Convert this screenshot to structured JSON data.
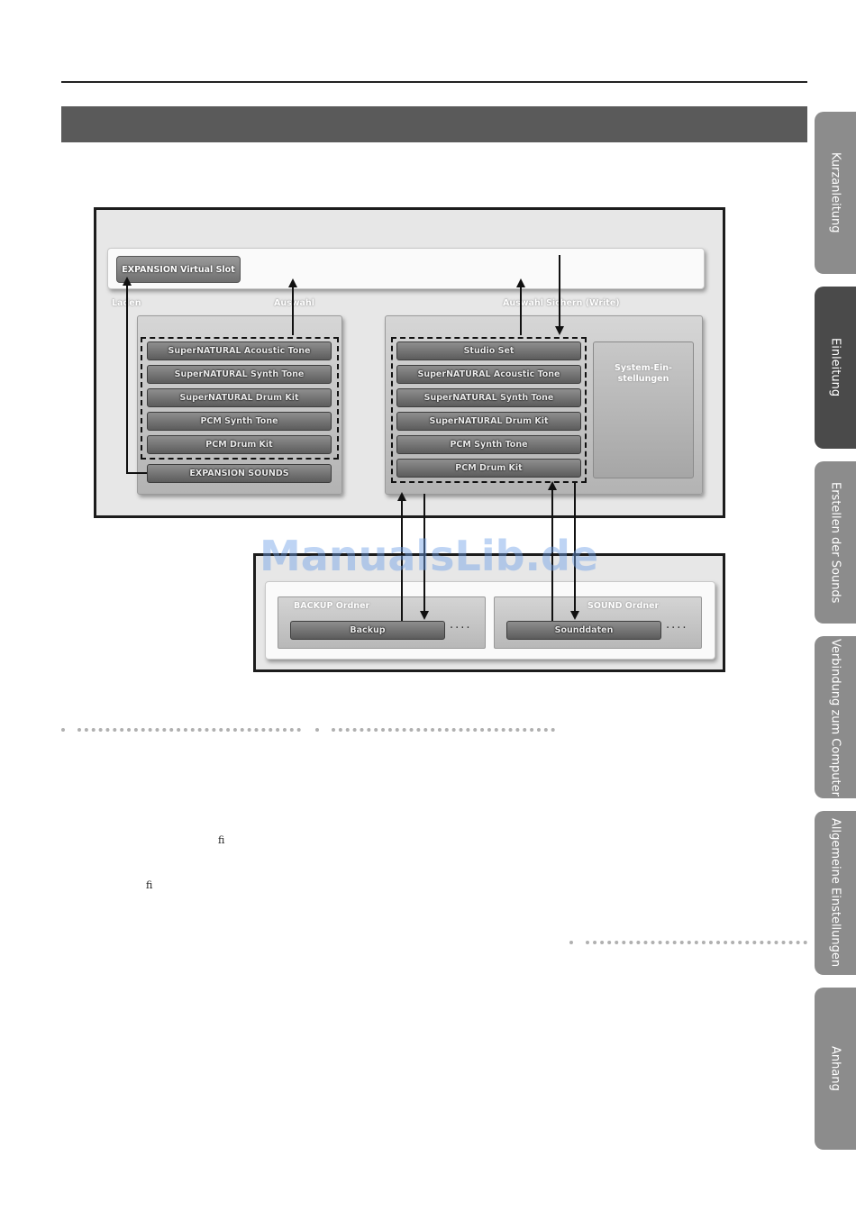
{
  "side_tabs": [
    {
      "label": "Kurzanleitung",
      "active": false
    },
    {
      "label": "Einleitung",
      "active": true
    },
    {
      "label": "Erstellen der Sounds",
      "active": false
    },
    {
      "label": "Verbindung zum Computer",
      "active": false
    },
    {
      "label": "Allgemeine Einstellungen",
      "active": false
    },
    {
      "label": "Anhang",
      "active": false
    }
  ],
  "diagram": {
    "expansion_slot": "EXPANSION Virtual Slot",
    "label_laden": "Laden",
    "label_auswahl_left": "Auswahl",
    "label_auswahl_right": "Auswahl",
    "label_sichern": "Sichern (Write)",
    "left_items": [
      "SuperNATURAL Acoustic Tone",
      "SuperNATURAL Synth Tone",
      "SuperNATURAL Drum Kit",
      "PCM Synth Tone",
      "PCM Drum Kit"
    ],
    "expansion_sounds": "EXPANSION SOUNDS",
    "right_items": [
      "Studio Set",
      "SuperNATURAL Acoustic Tone",
      "SuperNATURAL Synth Tone",
      "SuperNATURAL Drum Kit",
      "PCM Synth Tone",
      "PCM Drum Kit"
    ],
    "system_settings": "System-Ein-\nstellungen",
    "backup_folder": "BACKUP Ordner",
    "backup_item": "Backup",
    "sound_folder": "SOUND Ordner",
    "sound_item": "Sounddaten",
    "ellipsis": "····"
  },
  "watermark": "ManualsLib.de",
  "ligature_glyph": "ﬁ"
}
